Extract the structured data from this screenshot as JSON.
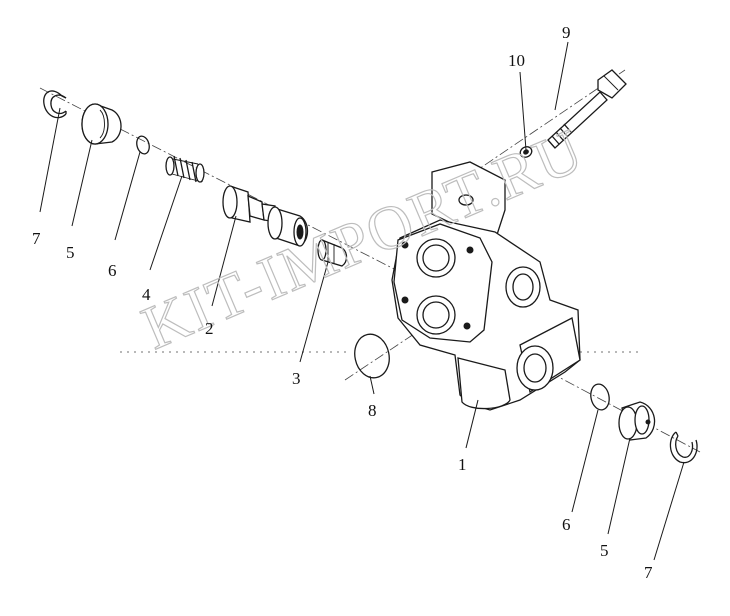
{
  "watermark": "KIT-IMPORT.RU",
  "part_labels": [
    {
      "id": "p7a",
      "text": "7"
    },
    {
      "id": "p5a",
      "text": "5"
    },
    {
      "id": "p6a",
      "text": "6"
    },
    {
      "id": "p4",
      "text": "4"
    },
    {
      "id": "p2",
      "text": "2"
    },
    {
      "id": "p3",
      "text": "3"
    },
    {
      "id": "p8",
      "text": "8"
    },
    {
      "id": "p1",
      "text": "1"
    },
    {
      "id": "p10",
      "text": "10"
    },
    {
      "id": "p9",
      "text": "9"
    },
    {
      "id": "p6b",
      "text": "6"
    },
    {
      "id": "p5b",
      "text": "5"
    },
    {
      "id": "p7b",
      "text": "7"
    }
  ],
  "colors": {
    "line": "#1a1a1a",
    "watermark": "#bdbdbd",
    "background": "#ffffff"
  }
}
